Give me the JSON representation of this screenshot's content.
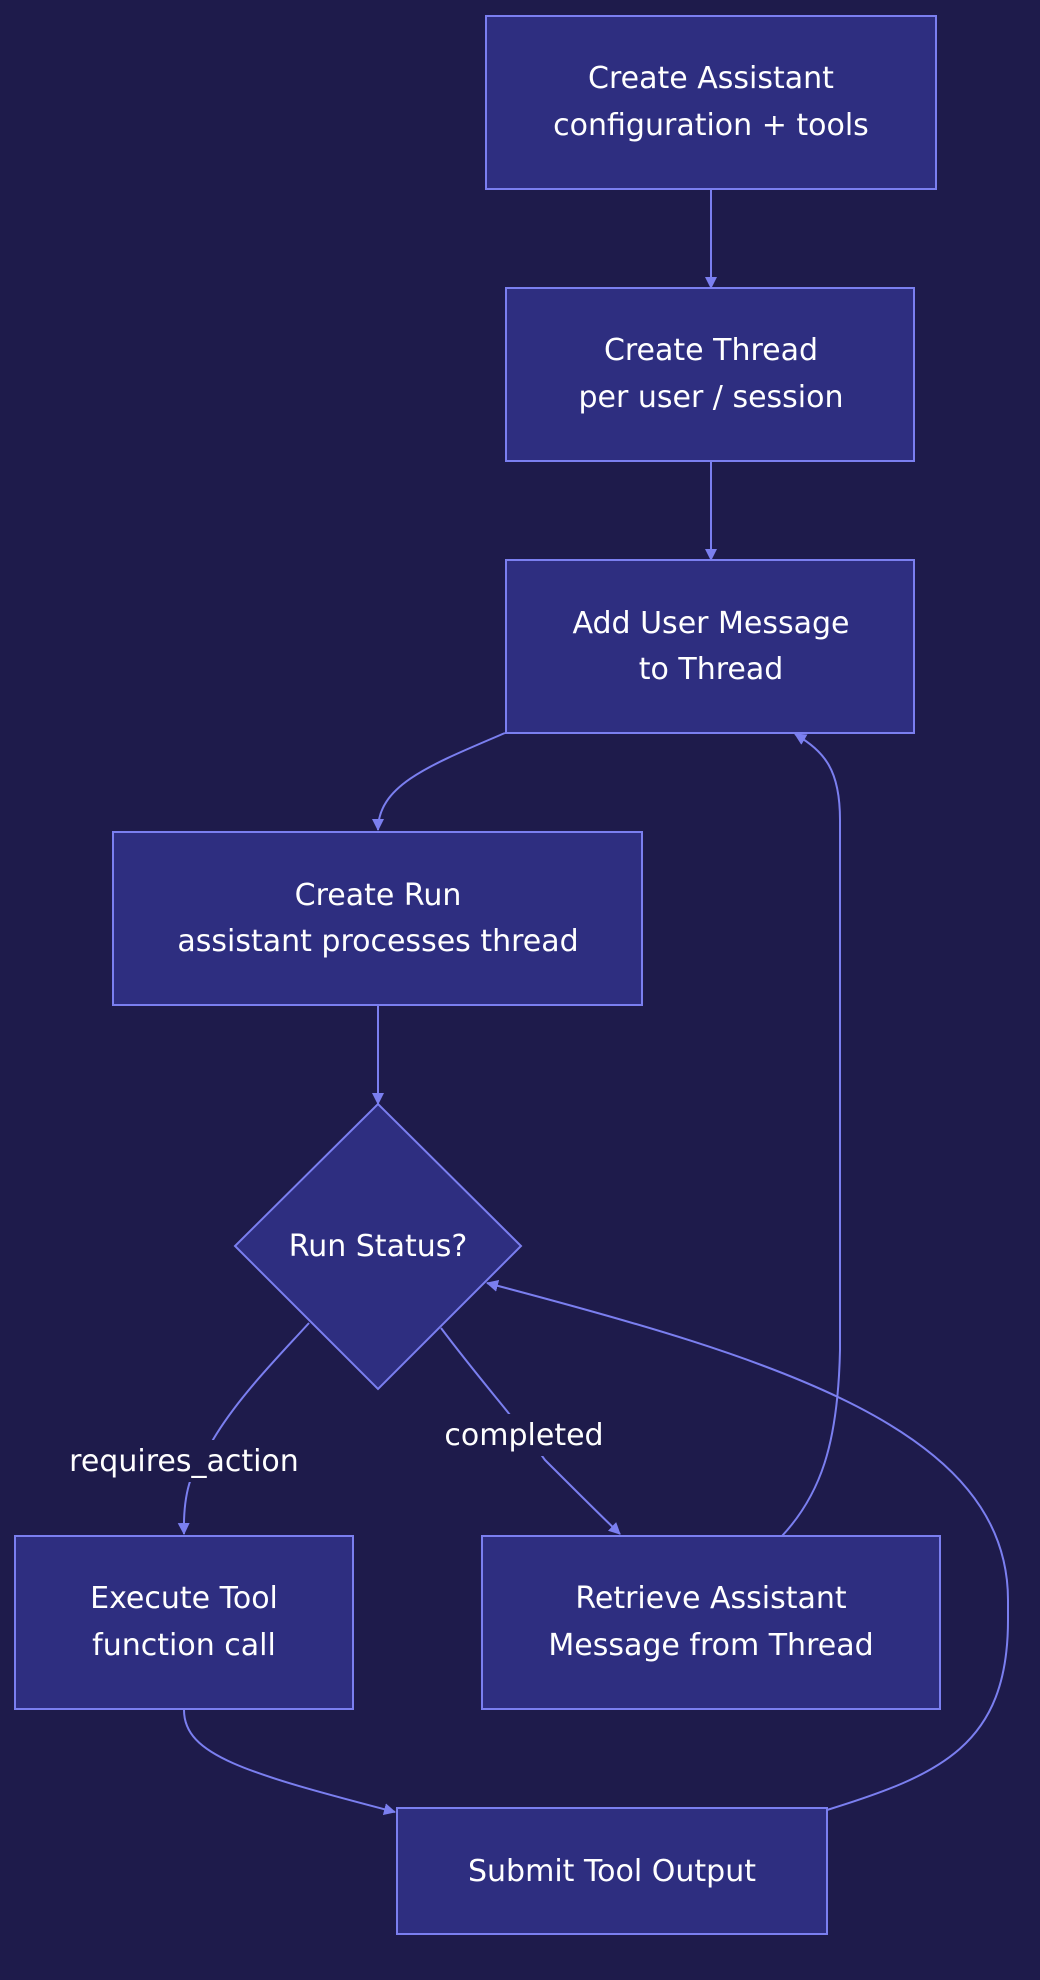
{
  "nodes": {
    "create_assistant": {
      "line1": "Create Assistant",
      "line2": "configuration + tools"
    },
    "create_thread": {
      "line1": "Create Thread",
      "line2": "per user / session"
    },
    "add_message": {
      "line1": "Add User Message",
      "line2": "to Thread"
    },
    "create_run": {
      "line1": "Create Run",
      "line2": "assistant processes thread"
    },
    "run_status": {
      "label": "Run Status?"
    },
    "execute_tool": {
      "line1": "Execute Tool",
      "line2": "function call"
    },
    "retrieve_message": {
      "line1": "Retrieve Assistant",
      "line2": "Message from Thread"
    },
    "submit_output": {
      "label": "Submit Tool Output"
    }
  },
  "edge_labels": {
    "requires_action": "requires_action",
    "completed": "completed"
  },
  "colors": {
    "background": "#1e1b4b",
    "node_fill": "#2e2e80",
    "stroke": "#7b7ff0",
    "text": "#ffffff"
  }
}
